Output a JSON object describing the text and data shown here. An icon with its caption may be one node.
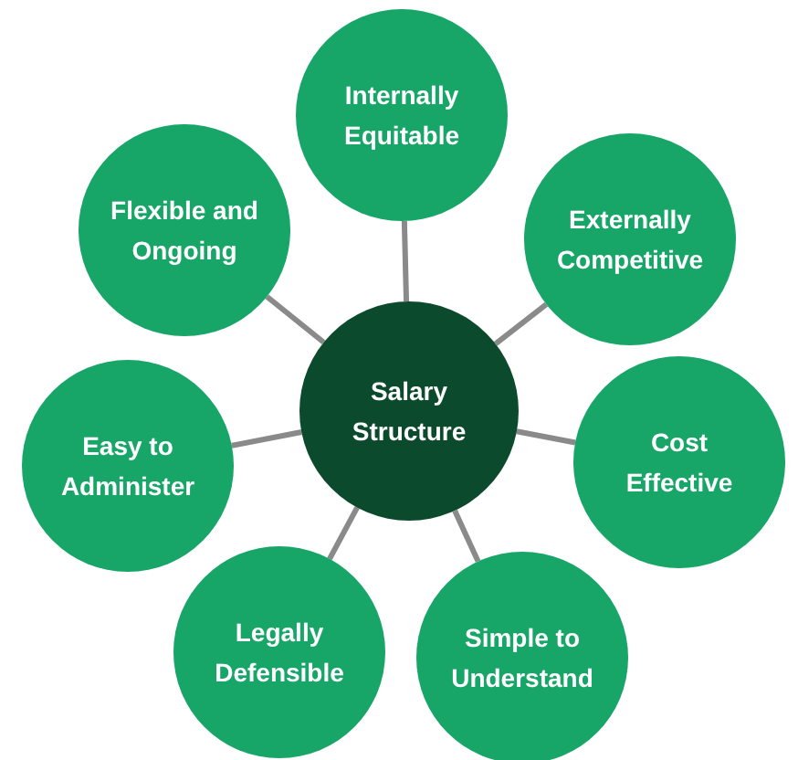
{
  "diagram": {
    "nodes": [
      {
        "text": [
          "Salary Structure"
        ]
      },
      {
        "text": [
          "Internally Equitable"
        ]
      },
      {
        "text": [
          "Externally Competitive"
        ]
      },
      {
        "text": [
          "Cost Effective"
        ]
      },
      {
        "text": [
          "Simple to Understand"
        ]
      },
      {
        "text": [
          "Legally Defensible"
        ]
      },
      {
        "text": [
          "Easy to Administer"
        ]
      },
      {
        "text": [
          "Flexible and Ongoing"
        ]
      }
    ],
    "edges": [
      {
        "from": 0,
        "to": 1,
        "arrow": "none"
      },
      {
        "from": 0,
        "to": 2,
        "arrow": "none"
      },
      {
        "from": 0,
        "to": 3,
        "arrow": "none"
      },
      {
        "from": 0,
        "to": 4,
        "arrow": "none"
      },
      {
        "from": 0,
        "to": 5,
        "arrow": "none"
      },
      {
        "from": 0,
        "to": 6,
        "arrow": "none"
      },
      {
        "from": 0,
        "to": 7,
        "arrow": "none"
      }
    ]
  }
}
